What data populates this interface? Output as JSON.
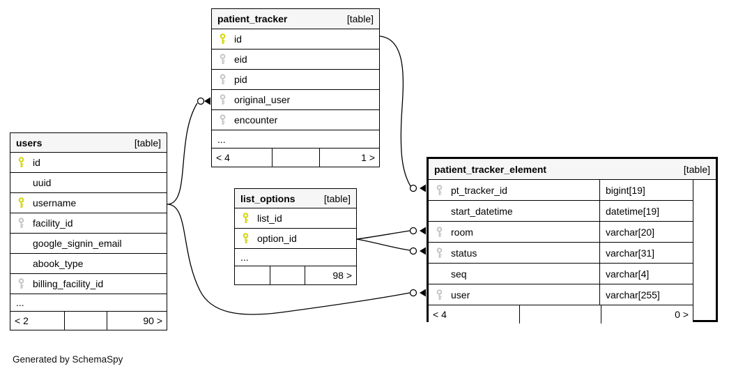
{
  "note": "Generated by SchemaSpy",
  "colors": {
    "primary_key": "#d4d400",
    "index_key": "#c4c4c4",
    "header_bg": "#f6f6f6",
    "border": "#000000"
  },
  "tables": {
    "patient_tracker": {
      "title": "patient_tracker",
      "badge": "[table]",
      "columns": [
        {
          "name": "id",
          "key": "primary"
        },
        {
          "name": "eid",
          "key": "index"
        },
        {
          "name": "pid",
          "key": "index"
        },
        {
          "name": "original_user",
          "key": "index"
        },
        {
          "name": "encounter",
          "key": "index"
        }
      ],
      "ellipsis": "...",
      "footer": {
        "left": "< 4",
        "middle": "",
        "right": "1 >"
      }
    },
    "users": {
      "title": "users",
      "badge": "[table]",
      "columns": [
        {
          "name": "id",
          "key": "primary"
        },
        {
          "name": "uuid",
          "key": ""
        },
        {
          "name": "username",
          "key": "primary"
        },
        {
          "name": "facility_id",
          "key": "index"
        },
        {
          "name": "google_signin_email",
          "key": ""
        },
        {
          "name": "abook_type",
          "key": ""
        },
        {
          "name": "billing_facility_id",
          "key": "index"
        }
      ],
      "ellipsis": "...",
      "footer": {
        "left": "< 2",
        "middle": "",
        "right": "90 >"
      }
    },
    "list_options": {
      "title": "list_options",
      "badge": "[table]",
      "columns": [
        {
          "name": "list_id",
          "key": "primary"
        },
        {
          "name": "option_id",
          "key": "primary"
        }
      ],
      "ellipsis": "...",
      "footer": {
        "left": "",
        "middle": "",
        "right": "98 >"
      }
    },
    "patient_tracker_element": {
      "title": "patient_tracker_element",
      "badge": "[table]",
      "columns": [
        {
          "name": "pt_tracker_id",
          "key": "index",
          "type": "bigint[19]"
        },
        {
          "name": "start_datetime",
          "key": "",
          "type": "datetime[19]"
        },
        {
          "name": "room",
          "key": "index",
          "type": "varchar[20]"
        },
        {
          "name": "status",
          "key": "index",
          "type": "varchar[31]"
        },
        {
          "name": "seq",
          "key": "",
          "type": "varchar[4]"
        },
        {
          "name": "user",
          "key": "index",
          "type": "varchar[255]"
        }
      ],
      "footer": {
        "left": "< 4",
        "middle": "",
        "right": "0 >"
      }
    }
  },
  "relationships": [
    {
      "fk": "patient_tracker.original_user",
      "references": "users.username"
    },
    {
      "fk": "patient_tracker_element.pt_tracker_id",
      "references": "patient_tracker.id"
    },
    {
      "fk": "patient_tracker_element.room",
      "references": "list_options.option_id"
    },
    {
      "fk": "patient_tracker_element.status",
      "references": "list_options.option_id"
    },
    {
      "fk": "patient_tracker_element.user",
      "references": "users.username"
    }
  ]
}
